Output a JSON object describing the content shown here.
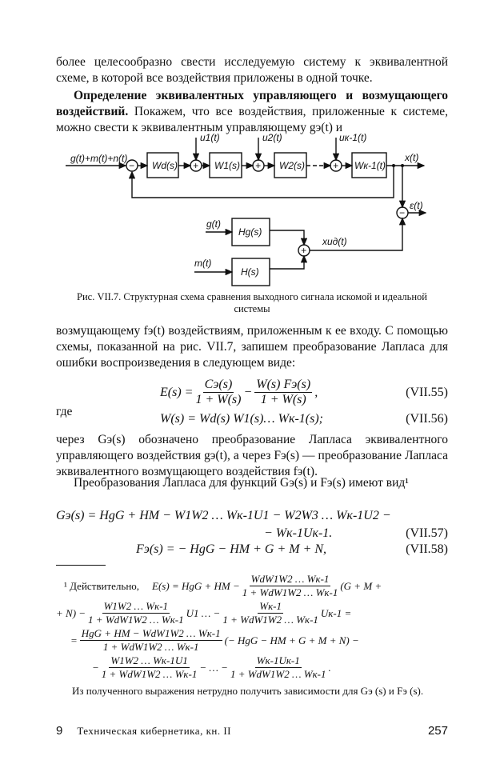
{
  "para1": "более целесообразно свести исследуемую систему к эквивалентной схеме, в которой все воздействия приложены в одной точке.",
  "heading": "Определение эквивалентных управляющего и возмущающего воздействий.",
  "para2": "Покажем, что все воздействия, приложенные к системе, можно свести к эквивалентным управляющему gэ(t) и",
  "diagram": {
    "input": "g(t)+m(t)+n(t)",
    "wd": "Wd(s)",
    "w1": "W1(s)",
    "w2": "W2(s)",
    "wk": "Wк-1(t)",
    "u1": "u1(t)",
    "u2": "u2(t)",
    "uk": "uк-1(t)",
    "x": "x(t)",
    "eps": "ε(t)",
    "g": "g(t)",
    "m": "m(t)",
    "hg": "Hg(s)",
    "h": "H(s)",
    "xid": "xид(t)",
    "minus": "−",
    "plus": "+"
  },
  "caption": "Рис. VII.7. Структурная схема сравнения выходного сигнала искомой и идеальной системы",
  "para3": "возмущающему fэ(t) воздействиям, приложенным к ее входу. С помощью схемы, показанной на рис. VII.7, запишем преобразование Лапласа для ошибки воспроизведения в следующем виде:",
  "eq55": {
    "lhs": "E(s) =",
    "n1": "Cэ(s)",
    "d1": "1 + W(s)",
    "mid": "−",
    "n2": "W(s) Fэ(s)",
    "d2": "1 + W(s)",
    "end": ",",
    "num": "(VII.55)"
  },
  "where": "где",
  "eq56": {
    "text": "W(s) = Wd(s) W1(s)… Wк-1(s);",
    "num": "(VII.56)"
  },
  "para4": "через Gэ(s) обозначено преобразование Лапласа эквивалентного управляющего воздействия gэ(t), а через Fэ(s) — преобразование Лапласа эквивалентного возмущающего воздействия fэ(t).",
  "para5": "Преобразования Лапласа для функций Gэ(s) и Fэ(s) имеют вид¹",
  "eq57": {
    "line1": "Gэ(s) = HgG + HM − W1W2 … Wк-1U1 − W2W3 … Wк-1U2 −",
    "line2": "− Wк-1Uк-1.",
    "num": "(VII.57)"
  },
  "eq58": {
    "text": "Fэ(s) = − HgG − HM + G + M + N,",
    "num": "(VII.58)"
  },
  "footnote": {
    "lead": "¹ Действительно,",
    "l1a": "E(s) = HgG + HM −",
    "l1n": "WdW1W2 … Wк-1",
    "l1d": "1 + WdW1W2 … Wк-1",
    "l1b": "(G + M +",
    "l2a": "+ N) −",
    "l2n": "W1W2 … Wк-1",
    "l2d": "1 + WdW1W2 … Wк-1",
    "l2b": "U1 … −",
    "l2n2": "Wк-1",
    "l2d2": "1 + WdW1W2 … Wк-1",
    "l2c": "Uк-1 =",
    "l3a": "=",
    "l3n": "HgG + HM − WdW1W2 … Wк-1",
    "l3d": "1 + WdW1W2 … Wк-1",
    "l3b": "(− HgG − HM + G + M + N) −",
    "l4a": "−",
    "l4n": "W1W2 … Wк-1U1",
    "l4d": "1 + WdW1W2 … Wк-1",
    "l4b": "− … −",
    "l4n2": "Wк-1Uк-1",
    "l4d2": "1 + WdW1W2 … Wк-1",
    "l4c": ".",
    "closing": "Из полученного выражения нетрудно получить зависимости для Gэ (s) и Fэ (s)."
  },
  "footer": {
    "sig": "9",
    "book": "Техническая кибернетика, кн. II",
    "page": "257"
  }
}
